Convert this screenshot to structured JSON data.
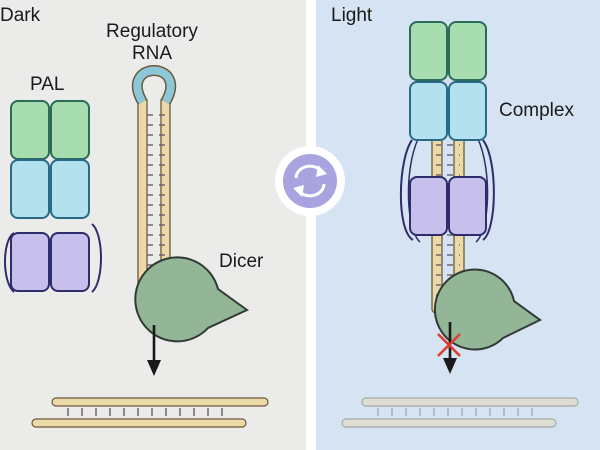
{
  "panels": {
    "dark": {
      "title": "Dark"
    },
    "light": {
      "title": "Light"
    }
  },
  "labels": {
    "pal": "PAL",
    "regulatory_rna_line1": "Regulatory",
    "regulatory_rna_line2": "RNA",
    "dicer_dark": "Dicer",
    "complex": "Complex"
  },
  "icons": {
    "switch": "cycle-arrows-icon",
    "blocked": "red-x-icon",
    "arrow": "down-arrow-icon"
  },
  "colors": {
    "dark_bg": "#ebebea",
    "light_bg": "#d5e3f2",
    "pal_green": "#a8ddb0",
    "pal_cyan": "#b3e2ee",
    "pal_purple": "#c7c0ec",
    "rna_tan": "#ecd9a8",
    "rna_loop_blue": "#8ec6da",
    "dicer_green": "#93b796",
    "switch_purple": "#a9a3e0",
    "block_red": "#e03b2c"
  }
}
